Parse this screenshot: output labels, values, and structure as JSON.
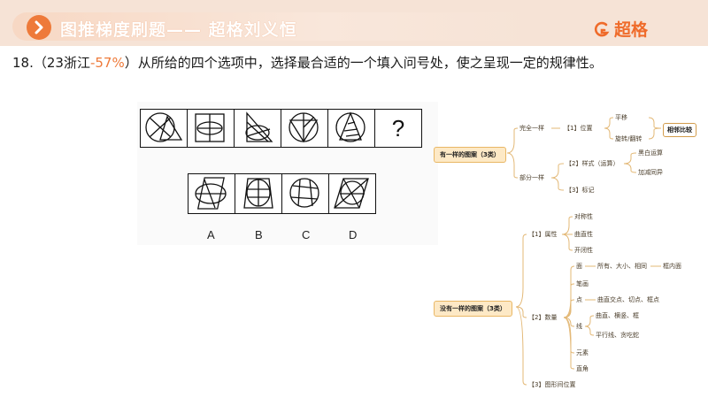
{
  "header": {
    "title": "图推梯度刷题—— 超格刘义恒",
    "brand": "超格",
    "accent": "#ee7a3a"
  },
  "question": {
    "number": "18.",
    "source_open": "（23浙江",
    "percent": "-57%",
    "source_close": "）",
    "text": "从所给的四个选项中，选择最合适的一个填入问号处，使之呈现一定的规律性。"
  },
  "puzzle": {
    "question_mark": "?",
    "options": [
      "A",
      "B",
      "C",
      "D"
    ]
  },
  "mindmap": {
    "same": {
      "root": "有一样的图案（3类）",
      "complete": "完全一样",
      "position": "【1】位置",
      "translate": "平移",
      "rotate": "旋转/翻转",
      "compare": "相邻比较",
      "partial": "部分一样",
      "style": "【2】样式（运算）",
      "bw": "黑白运算",
      "addsub": "加减同异",
      "mark": "【3】标记"
    },
    "different": {
      "root": "没有一样的图案（3类）",
      "attr": "【1】属性",
      "symmetry": "对称性",
      "curve": "曲直性",
      "open": "开闭性",
      "count": "【2】数量",
      "face": "面",
      "face_detail": "所有、大小、相同",
      "face_extra": "框内面",
      "stroke": "笔画",
      "point": "点",
      "point_detail": "曲直交点、切点、框点",
      "line": "线",
      "line_a": "曲直、横竖、框",
      "line_b": "平行线、贪吃蛇",
      "element": "元素",
      "right_angle": "直角",
      "relation": "【3】图形间位置"
    }
  }
}
